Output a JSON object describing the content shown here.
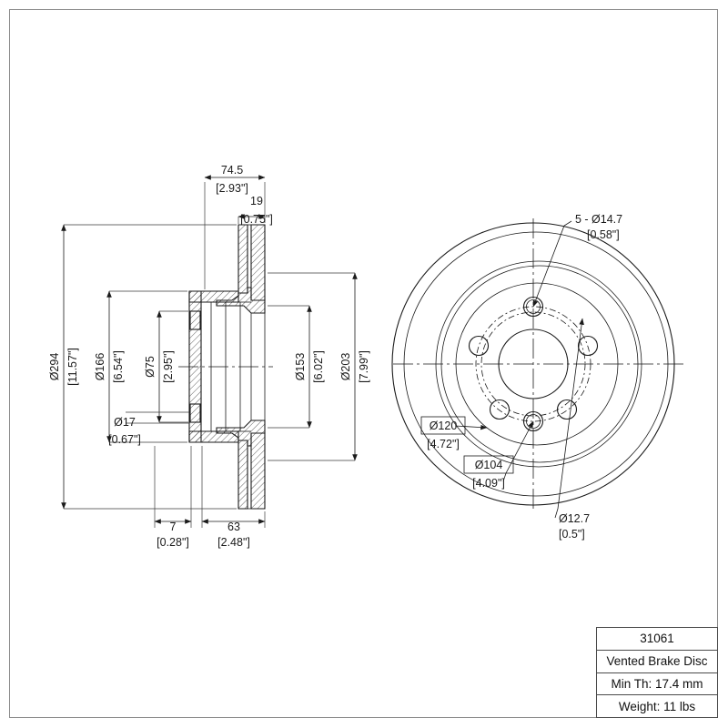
{
  "drawing": {
    "type": "engineering-drawing",
    "subject": "Vented Brake Disc",
    "views": {
      "section_view": "left cross-section side view",
      "front_view": "right circular face view"
    }
  },
  "section_dims": {
    "overall_width": {
      "metric": "74.5",
      "imperial": "[2.93\"]"
    },
    "vent_width": {
      "metric": "19",
      "imperial": "[0.75\"]"
    },
    "outer_dia": {
      "metric": "Ø294",
      "imperial": "[11.57\"]"
    },
    "inner_dia": {
      "metric": "Ø166",
      "imperial": "[6.54\"]"
    },
    "hub_dia": {
      "metric": "Ø75",
      "imperial": "[2.95\"]"
    },
    "hole_dia": {
      "metric": "Ø17",
      "imperial": "[0.67\"]"
    },
    "mid_dia": {
      "metric": "Ø153",
      "imperial": "[6.02\"]"
    },
    "pad_dia": {
      "metric": "Ø203",
      "imperial": "[7.99\"]"
    },
    "hat_depth": {
      "metric": "7",
      "imperial": "[0.28\"]"
    },
    "offset": {
      "metric": "63",
      "imperial": "[2.48\"]"
    }
  },
  "front_callouts": {
    "lug_holes": {
      "metric": "5 - Ø14.7",
      "imperial": "[0.58\"]"
    },
    "bolt_circle_outer": {
      "metric": "Ø120",
      "imperial": "[4.72\"]"
    },
    "bolt_circle_inner": {
      "metric": "Ø104",
      "imperial": "[4.09\"]"
    },
    "small_hole": {
      "metric": "Ø12.7",
      "imperial": "[0.5\"]"
    }
  },
  "title_block": {
    "part_number": "31061",
    "description": "Vented Brake Disc",
    "min_thickness": "Min Th: 17.4 mm",
    "weight": "Weight: 11 lbs"
  },
  "colors": {
    "line": "#1a1a1a",
    "frame": "#8a8a8a",
    "background": "#ffffff"
  }
}
